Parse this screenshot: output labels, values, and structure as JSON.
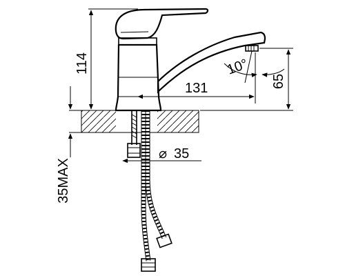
{
  "diagram": {
    "dimensions": {
      "height_total": "114",
      "spout_reach": "131",
      "spout_height": "65",
      "spout_angle": "10°",
      "hole_diameter_symbol": "⌀",
      "hole_diameter": "35",
      "countertop_max": "35MAX"
    },
    "colors": {
      "line": "#000000",
      "background": "#ffffff"
    }
  }
}
